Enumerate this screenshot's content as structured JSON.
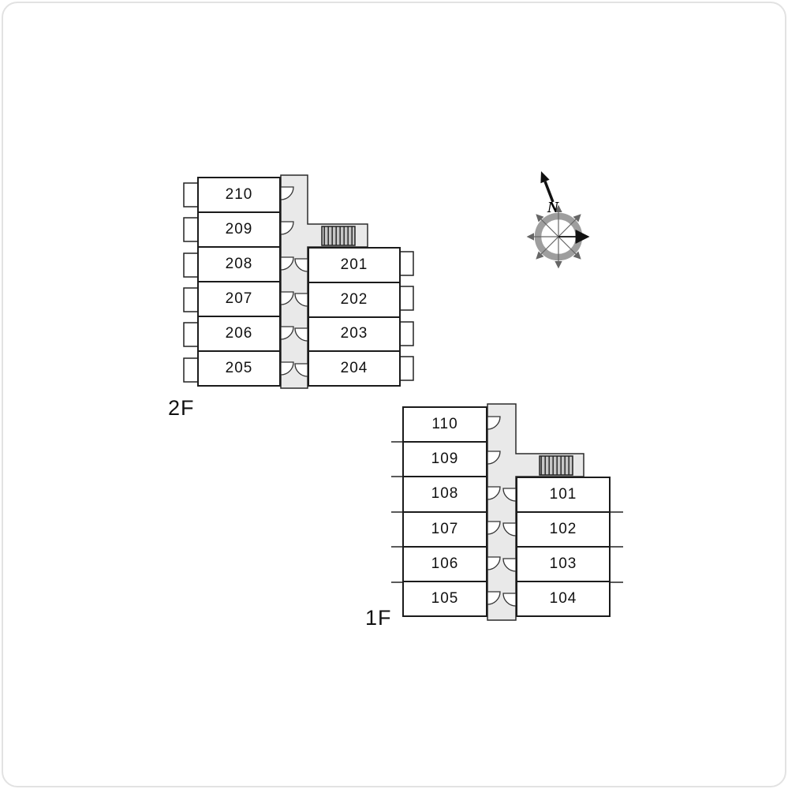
{
  "colors": {
    "corridor_fill": "#e9e9e9",
    "outline": "#222222",
    "compass_gray": "#9e9e9e"
  },
  "floors": [
    {
      "label": "2F",
      "left_rooms": [
        "210",
        "209",
        "208",
        "207",
        "206",
        "205"
      ],
      "right_rooms": [
        "201",
        "202",
        "203",
        "204"
      ]
    },
    {
      "label": "1F",
      "left_rooms": [
        "110",
        "109",
        "108",
        "107",
        "106",
        "105"
      ],
      "right_rooms": [
        "101",
        "102",
        "103",
        "104"
      ]
    }
  ],
  "compass": {
    "north_label": "N"
  }
}
